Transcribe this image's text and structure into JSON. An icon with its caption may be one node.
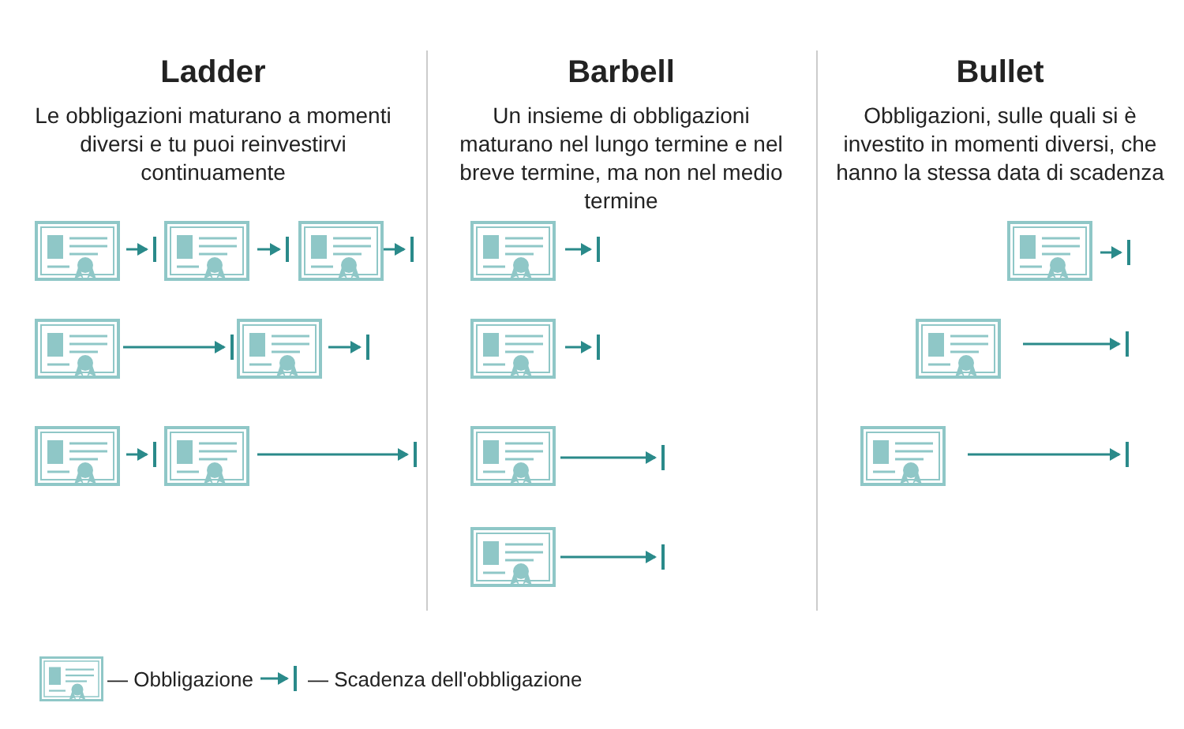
{
  "diagram": {
    "labels": [
      "Ladder",
      "Le obbligazioni maturano a momenti diversi e tu puoi reinvestirvi continuamente",
      "Barbell",
      "Un insieme di obbligazioni maturano nel lungo termine e nel breve termine, ma non nel medio termine",
      "Bullet",
      "Obbligazioni, sulle quali si è investito in momenti diversi, che hanno la stessa data di scadenza"
    ],
    "legend": [
      {
        "text": "— Obbligazione"
      },
      {
        "text": "— Scadenza dell'obbligazione"
      }
    ]
  }
}
